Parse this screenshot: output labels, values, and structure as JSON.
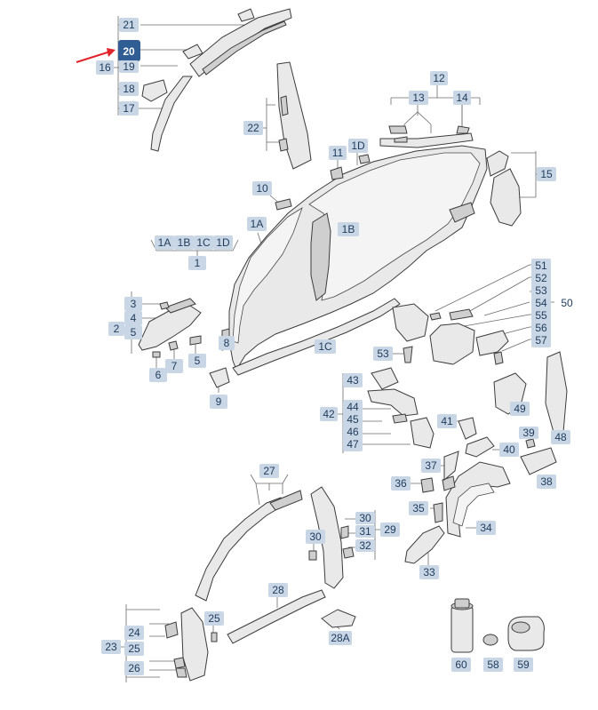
{
  "labels": {
    "l21": "21",
    "l20": "20",
    "l16": "16",
    "l19": "19",
    "l18": "18",
    "l17": "17",
    "l22": "22",
    "l12": "12",
    "l13": "13",
    "l14": "14",
    "l11": "11",
    "l1D": "1D",
    "l15": "15",
    "l10": "10",
    "l1A": "1A",
    "l1B": "1B",
    "l1Ag": "1A",
    "l1Bg": "1B",
    "l1Cg": "1C",
    "l1Dg": "1D",
    "l1": "1",
    "l3": "3",
    "l4": "4",
    "l2": "2",
    "l5a": "5",
    "l8": "8",
    "l1C": "1C",
    "l6": "6",
    "l7": "7",
    "l5b": "5",
    "l9": "9",
    "l51": "51",
    "l52": "52",
    "l53a": "53",
    "l50": "50",
    "l54": "54",
    "l55": "55",
    "l56": "56",
    "l57": "57",
    "l53b": "53",
    "l43": "43",
    "l44": "44",
    "l42": "42",
    "l45": "45",
    "l46": "46",
    "l47": "47",
    "l41": "41",
    "l49": "49",
    "l48": "48",
    "l39": "39",
    "l40": "40",
    "l37": "37",
    "l36": "36",
    "l38": "38",
    "l35": "35",
    "l34": "34",
    "l33": "33",
    "l27": "27",
    "l30a": "30",
    "l31": "31",
    "l29": "29",
    "l30b": "30",
    "l32": "32",
    "l28": "28",
    "l25a": "25",
    "l24": "24",
    "l23": "23",
    "l25b": "25",
    "l26": "26",
    "l28A": "28A",
    "l60": "60",
    "l58": "58",
    "l59": "59"
  },
  "colors": {
    "tag_fill": "#c8d6e6",
    "tag_highlight": "#2f5d94",
    "pointer_arrow": "#e0242a"
  }
}
